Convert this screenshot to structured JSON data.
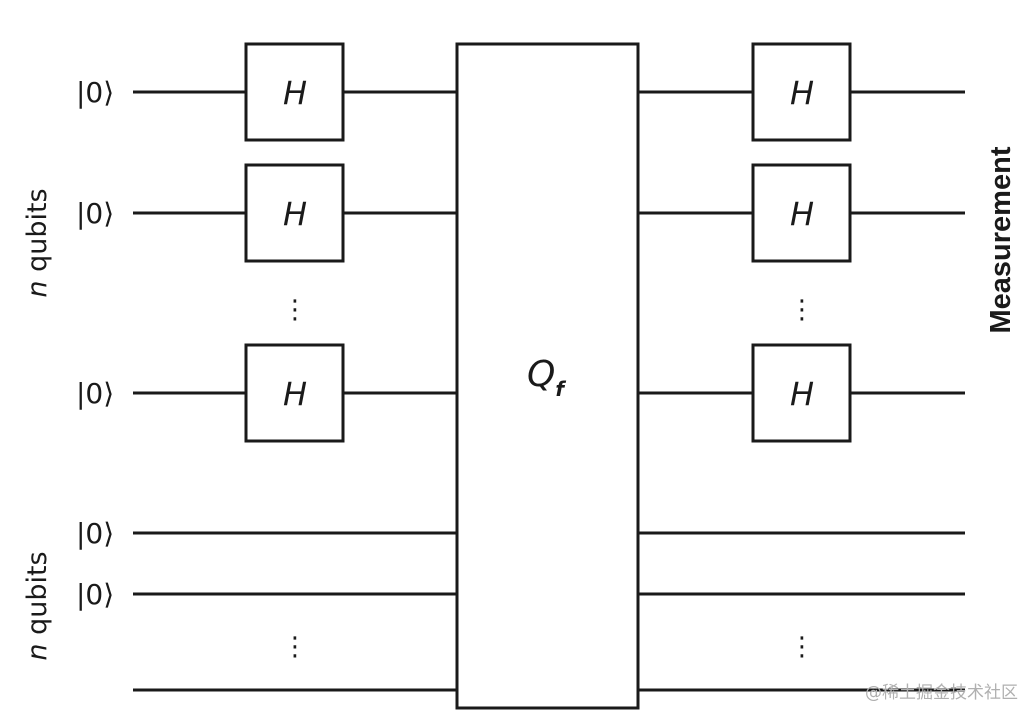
{
  "diagram": {
    "input_state": "|0⟩",
    "gate_label": "H",
    "oracle": {
      "label": "Q",
      "subscript": "f"
    },
    "register_label_italic": "n",
    "register_label_rest": " qubits",
    "measurement_label": "Measurement",
    "ellipsis": "⋮"
  },
  "watermark": "@稀土掘金技术社区"
}
